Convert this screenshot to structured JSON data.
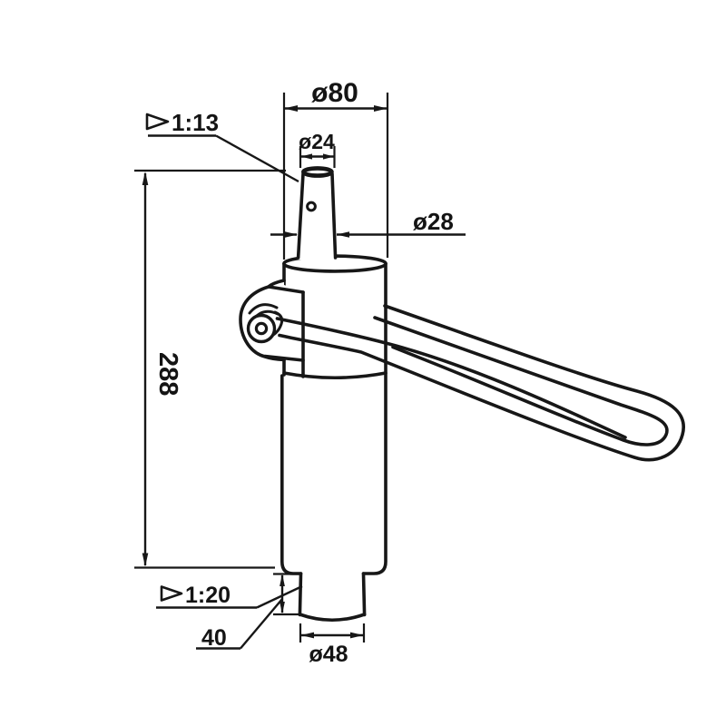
{
  "page": {
    "background": "#ffffff"
  },
  "drawing": {
    "kind": "technical-drawing",
    "line_color": "#171717",
    "labels": {
      "dia_top": "ø80",
      "dia_rod_tip": "ø24",
      "taper_rod": "1:13",
      "dia_rod": "ø28",
      "overall_height": "288",
      "taper_base": "1:20",
      "base_height": "40",
      "dia_base": "ø48"
    },
    "icons": {
      "taper_symbol": "right-pointing-triangle-outline"
    }
  }
}
